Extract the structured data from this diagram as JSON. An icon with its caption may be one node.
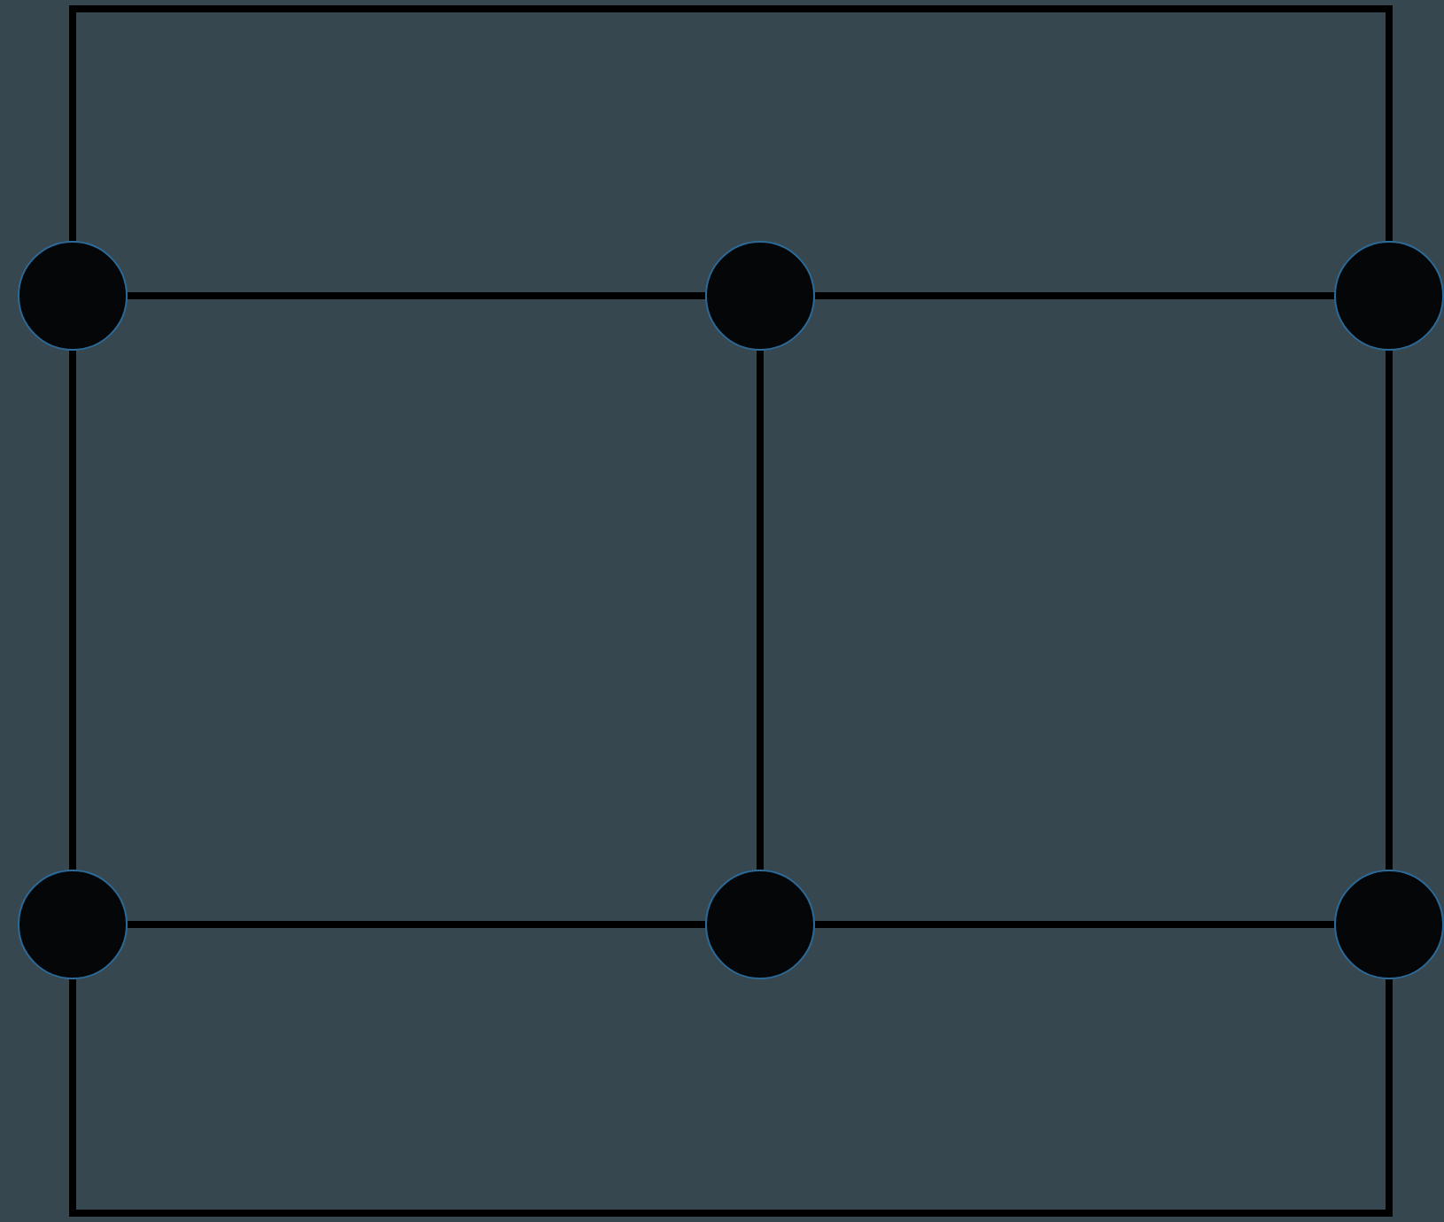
{
  "diagram": {
    "nodes": [
      {
        "text": [],
        "shape": "circle"
      },
      {
        "text": [],
        "shape": "circle"
      },
      {
        "text": [],
        "shape": "circle"
      },
      {
        "text": [],
        "shape": "circle"
      },
      {
        "text": [],
        "shape": "circle"
      },
      {
        "text": [],
        "shape": "circle"
      }
    ],
    "edges": [
      {
        "from": 0,
        "to": 2,
        "arrow": "none"
      },
      {
        "from": 0,
        "to": 1,
        "arrow": "none"
      },
      {
        "from": 1,
        "to": 2,
        "arrow": "none"
      },
      {
        "from": 0,
        "to": 3,
        "arrow": "none"
      },
      {
        "from": 1,
        "to": 4,
        "arrow": "none"
      },
      {
        "from": 2,
        "to": 5,
        "arrow": "none"
      },
      {
        "from": 3,
        "to": 4,
        "arrow": "none"
      },
      {
        "from": 4,
        "to": 5,
        "arrow": "none"
      },
      {
        "from": 3,
        "to": 5,
        "arrow": "none"
      }
    ]
  }
}
